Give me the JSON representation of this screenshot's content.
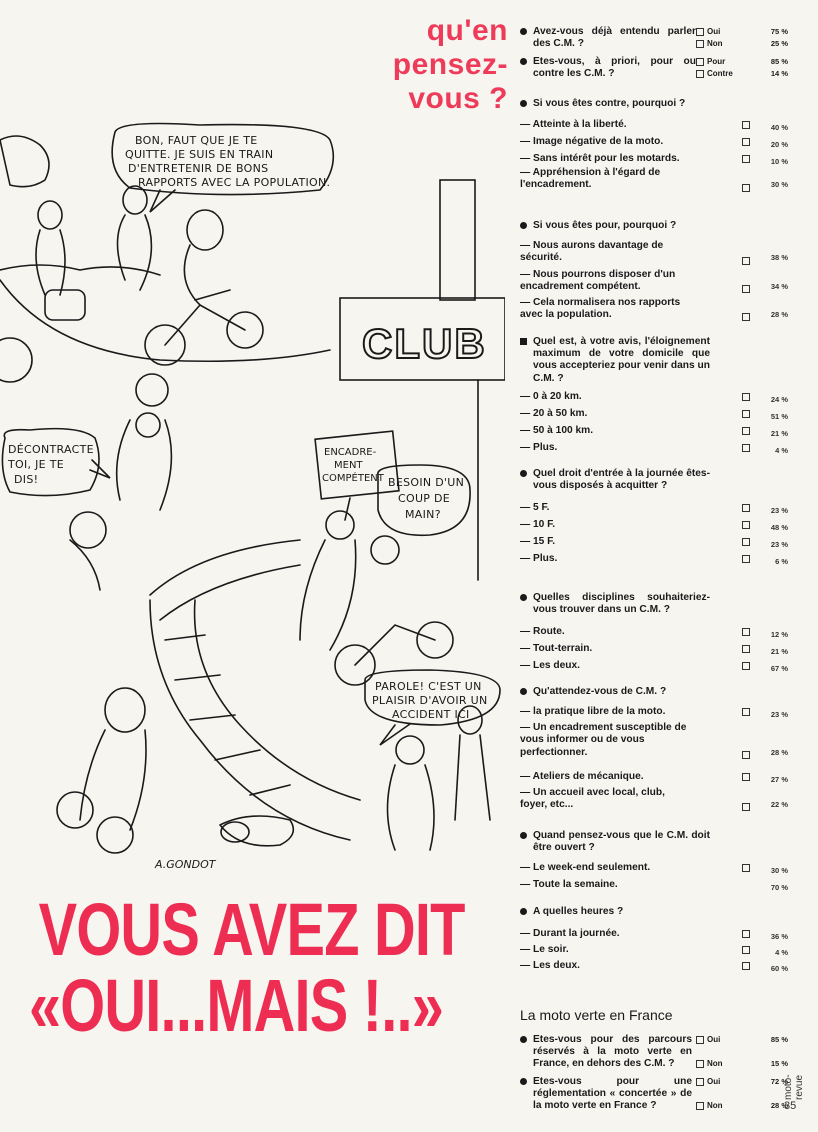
{
  "header": {
    "title_lines": [
      "qu'en",
      "pensez-",
      "vous ?"
    ]
  },
  "cartoon": {
    "bubble1": [
      "BON, FAUT QUE JE TE",
      "QUITTE. JE SUIS EN TRAIN",
      "D'ENTRETENIR DE BONS",
      "RAPPORTS AVEC LA POPULATION."
    ],
    "bubble2": [
      "DÉCONTRACTE",
      "TOI, JE TE",
      "DIS!"
    ],
    "sign": [
      "ENCADRE-",
      "MENT",
      "COMPÉTENT"
    ],
    "bubble3": [
      "BESOIN D'UN",
      "COUP DE",
      "MAIN?"
    ],
    "bubble4": [
      "PAROLE! C'EST UN",
      "PLAISIR D'AVOIR UN",
      "ACCIDENT ICI"
    ],
    "club": "CLUB",
    "signature": "A.GONDOT"
  },
  "big_title": {
    "line1": "VOUS AVEZ DIT",
    "line2": "«OUI...MAIS !..»"
  },
  "survey": {
    "q1": {
      "text": "Avez-vous déjà entendu parler des C.M. ?",
      "options": [
        {
          "label": "Oui",
          "value": "75 %"
        },
        {
          "label": "Non",
          "value": "25 %"
        }
      ]
    },
    "q2": {
      "text": "Etes-vous, à priori, pour ou contre les C.M. ?",
      "options": [
        {
          "label": "Pour",
          "value": "85 %"
        },
        {
          "label": "Contre",
          "value": "14 %"
        }
      ]
    },
    "q3": {
      "text": "Si vous êtes contre, pourquoi ?",
      "answers": [
        {
          "label": "— Atteinte à la liberté.",
          "value": "40 %"
        },
        {
          "label": "— Image négative de la moto.",
          "value": "20 %"
        },
        {
          "label": "— Sans intérêt pour les motards.",
          "value": "10 %"
        },
        {
          "label": "— Appréhension à l'égard de l'encadrement.",
          "value": "30 %"
        }
      ]
    },
    "q4": {
      "text": "Si vous êtes pour, pourquoi ?",
      "answers": [
        {
          "label": "— Nous aurons davantage de sécurité.",
          "value": "38 %"
        },
        {
          "label": "— Nous pourrons disposer d'un encadrement compétent.",
          "value": "34 %"
        },
        {
          "label": "— Cela normalisera nos rapports avec la population.",
          "value": "28 %"
        }
      ]
    },
    "q5": {
      "text": "Quel est, à votre avis, l'éloignement maximum de votre domicile que vous accepteriez pour venir dans un C.M. ?",
      "answers": [
        {
          "label": "— 0 à 20 km.",
          "value": "24 %"
        },
        {
          "label": "— 20 à 50 km.",
          "value": "51 %"
        },
        {
          "label": "— 50 à 100 km.",
          "value": "21 %"
        },
        {
          "label": "— Plus.",
          "value": "4 %"
        }
      ]
    },
    "q6": {
      "text": "Quel droit d'entrée à la journée êtes-vous disposés à acquitter ?",
      "answers": [
        {
          "label": "— 5 F.",
          "value": "23 %"
        },
        {
          "label": "— 10 F.",
          "value": "48 %"
        },
        {
          "label": "— 15 F.",
          "value": "23 %"
        },
        {
          "label": "— Plus.",
          "value": "6 %"
        }
      ]
    },
    "q7": {
      "text": "Quelles disciplines souhaiteriez-vous trouver dans un C.M. ?",
      "answers": [
        {
          "label": "— Route.",
          "value": "12 %"
        },
        {
          "label": "— Tout-terrain.",
          "value": "21 %"
        },
        {
          "label": "— Les deux.",
          "value": "67 %"
        }
      ]
    },
    "q8": {
      "text": "Qu'attendez-vous de C.M. ?",
      "answers": [
        {
          "label": "— la pratique libre de la moto.",
          "value": "23 %"
        },
        {
          "label": "— Un encadrement susceptible de vous informer ou de vous perfectionner.",
          "value": "28 %"
        },
        {
          "label": "— Ateliers de mécanique.",
          "value": "27 %"
        },
        {
          "label": "— Un accueil avec local, club, foyer, etc...",
          "value": "22 %"
        }
      ]
    },
    "q9": {
      "text": "Quand pensez-vous que le C.M. doit être ouvert ?",
      "answers": [
        {
          "label": "— Le week-end seulement.",
          "value": "30 %"
        },
        {
          "label": "— Toute la semaine.",
          "value": "70 %"
        }
      ]
    },
    "q10": {
      "text": "A quelles heures ?",
      "answers": [
        {
          "label": "— Durant la journée.",
          "value": "36 %"
        },
        {
          "label": "— Le soir.",
          "value": "4 %"
        },
        {
          "label": "— Les deux.",
          "value": "60 %"
        }
      ]
    }
  },
  "moto_verte": {
    "heading": "La moto verte en France",
    "q1": {
      "text": "Etes-vous pour des parcours réservés à la moto verte en France, en dehors des C.M. ?",
      "options": [
        {
          "label": "Oui",
          "value": "85 %"
        },
        {
          "label": "Non",
          "value": "15 %"
        }
      ]
    },
    "q2": {
      "text": "Etes-vous pour une réglementation « concertée » de la moto verte en France ?",
      "options": [
        {
          "label": "Oui",
          "value": "72 %"
        },
        {
          "label": "Non",
          "value": "28 %"
        }
      ]
    }
  },
  "footer": {
    "magazine": "moto-revue",
    "page": "35"
  }
}
